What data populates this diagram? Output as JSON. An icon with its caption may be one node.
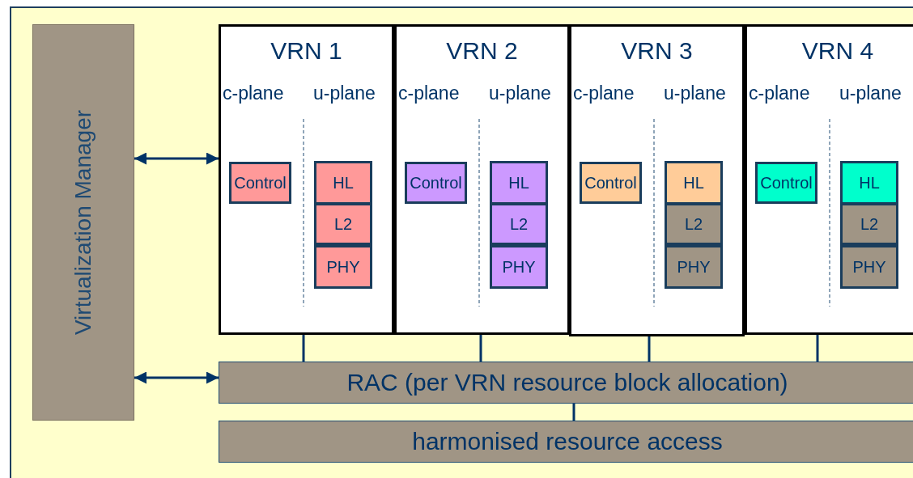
{
  "diagram": {
    "nodes": [
      {
        "text": [
          "Virtualization Manager"
        ]
      },
      {
        "text": [
          "VRN 1",
          "c-plane",
          "u-plane"
        ]
      },
      {
        "text": [
          "Control"
        ],
        "in": 1
      },
      {
        "text": [
          "HL"
        ],
        "in": 1
      },
      {
        "text": [
          "L2"
        ],
        "in": 1
      },
      {
        "text": [
          "PHY"
        ],
        "in": 1
      },
      {
        "text": [
          "VRN 2",
          "c-plane",
          "u-plane"
        ]
      },
      {
        "text": [
          "Control"
        ],
        "in": 6
      },
      {
        "text": [
          "HL"
        ],
        "in": 6
      },
      {
        "text": [
          "L2"
        ],
        "in": 6
      },
      {
        "text": [
          "PHY"
        ],
        "in": 6
      },
      {
        "text": [
          "VRN 3",
          "c-plane",
          "u-plane"
        ]
      },
      {
        "text": [
          "Control"
        ],
        "in": 11
      },
      {
        "text": [
          "HL"
        ],
        "in": 11
      },
      {
        "text": [
          "L2"
        ],
        "in": 11
      },
      {
        "text": [
          "PHY"
        ],
        "in": 11
      },
      {
        "text": [
          "VRN 4",
          "c-plane",
          "u-plane"
        ]
      },
      {
        "text": [
          "Control"
        ],
        "in": 16
      },
      {
        "text": [
          "HL"
        ],
        "in": 16
      },
      {
        "text": [
          "L2"
        ],
        "in": 16
      },
      {
        "text": [
          "PHY"
        ],
        "in": 16
      },
      {
        "text": [
          "RAC (per VRN resource block allocation)"
        ]
      },
      {
        "text": [
          "harmonised resource access"
        ]
      }
    ],
    "edges": [
      {
        "from": 0,
        "to": 1,
        "arrow": "both"
      },
      {
        "from": 0,
        "to": 21,
        "arrow": "both"
      },
      {
        "from": 1,
        "to": 21,
        "arrow": "none"
      },
      {
        "from": 6,
        "to": 21,
        "arrow": "none"
      },
      {
        "from": 11,
        "to": 21,
        "arrow": "none"
      },
      {
        "from": 16,
        "to": 21,
        "arrow": "none"
      },
      {
        "from": 21,
        "to": 22,
        "arrow": "none"
      }
    ]
  }
}
